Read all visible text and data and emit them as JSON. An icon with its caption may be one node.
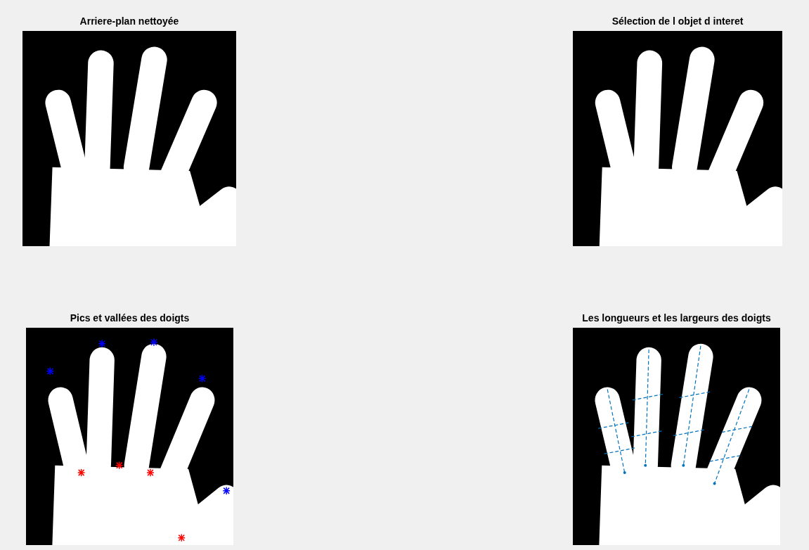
{
  "diagram": {
    "labels": [
      "Arriere-plan nettoyée",
      "Sélection de l objet d interet",
      "Pics et vallées des doigts",
      "Les longueurs et les largeurs des doigts"
    ]
  }
}
